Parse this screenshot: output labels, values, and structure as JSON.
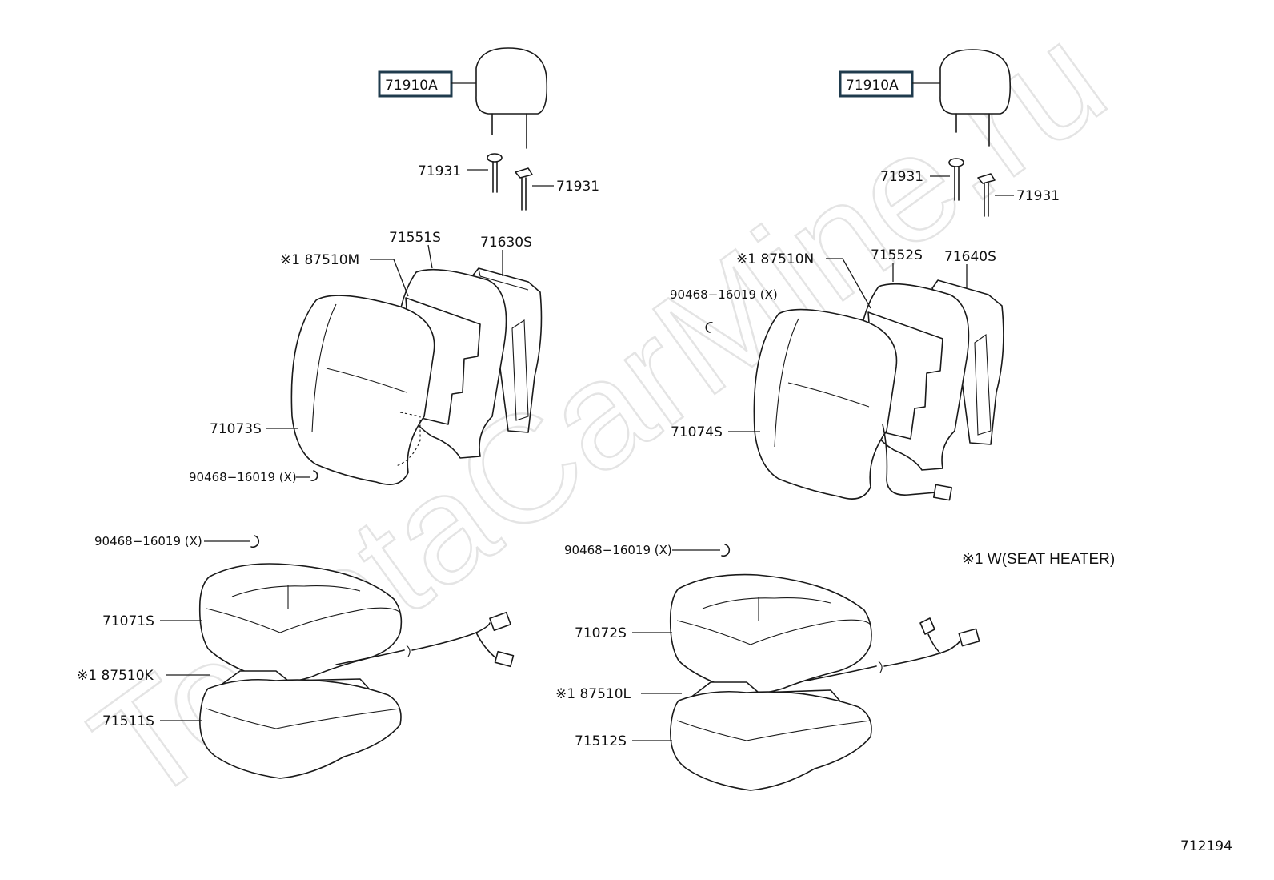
{
  "watermark": "ToyotaCarMine.ru",
  "diagram_id": "712194",
  "note": "※1 W(SEAT HEATER)",
  "left_seat": {
    "headrest": "71910A",
    "guide_a": "71931",
    "guide_b": "71931",
    "back_pad": "71551S",
    "back_frame": "71630S",
    "back_heater": "※1 87510M",
    "back_cover": "71073S",
    "back_ring": "90468−16019 (X)",
    "cushion_ring": "90468−16019 (X)",
    "cushion_cover": "71071S",
    "cushion_heater": "※1  87510K",
    "cushion_pad": "71511S"
  },
  "right_seat": {
    "headrest": "71910A",
    "guide_a": "71931",
    "guide_b": "71931",
    "back_pad": "71552S",
    "back_frame": "71640S",
    "back_heater": "※1  87510N",
    "back_ring": "90468−16019 (X)",
    "back_cover": "71074S",
    "cushion_ring": "90468−16019 (X)",
    "cushion_cover": "71072S",
    "cushion_heater": "※1  87510L",
    "cushion_pad": "71512S"
  }
}
